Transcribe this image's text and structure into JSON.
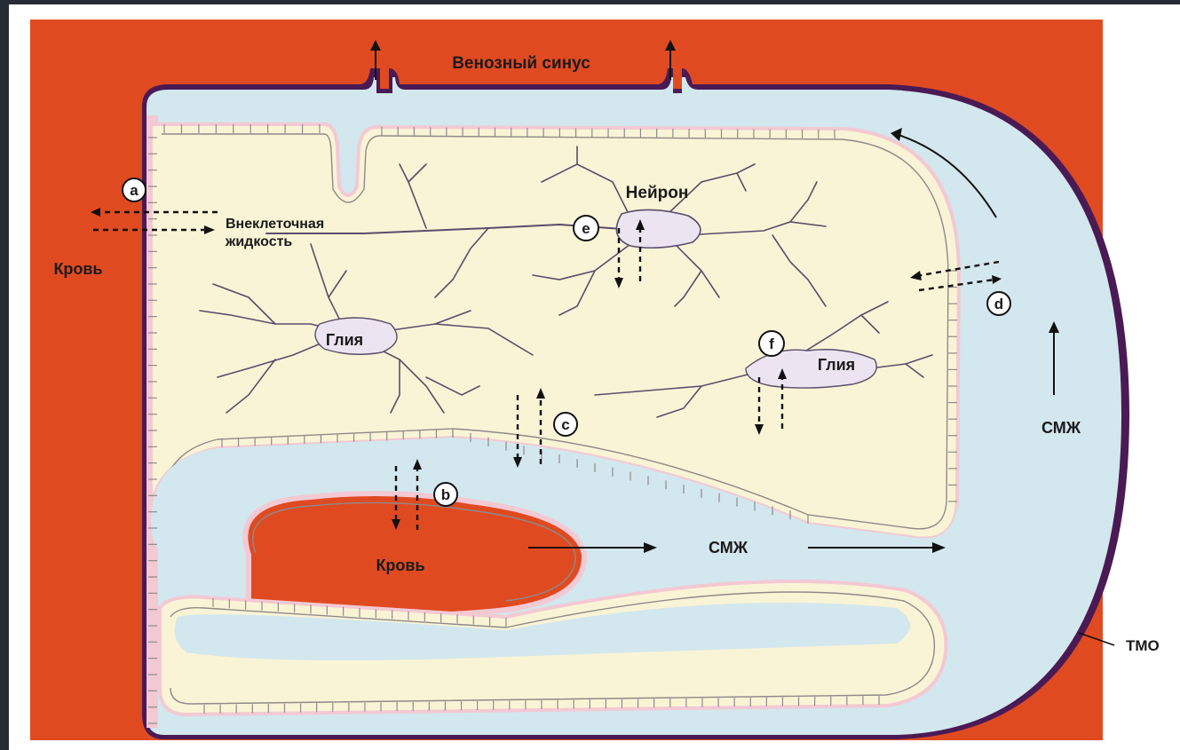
{
  "labels": {
    "venous_sinus": "Венозный синус",
    "blood_left": "Кровь",
    "blood_bottom": "Кровь",
    "extracellular_line1": "Внеклеточная",
    "extracellular_line2": "жидкость",
    "neuron": "Нейрон",
    "glia_left": "Глия",
    "glia_right": "Глия",
    "csf_right": "СМЖ",
    "csf_middle": "СМЖ",
    "dura": "ТМО"
  },
  "markers": {
    "a": "a",
    "b": "b",
    "c": "c",
    "d": "d",
    "e": "e",
    "f": "f"
  },
  "colors": {
    "blood": "#e04a21",
    "csf": "#d3e7ee",
    "tissue": "#faf4d6",
    "membrane": "#f3c9d3",
    "dura": "#4a1a55",
    "cell_body": "#ece4f0",
    "dendrite": "#5a4d6b"
  }
}
